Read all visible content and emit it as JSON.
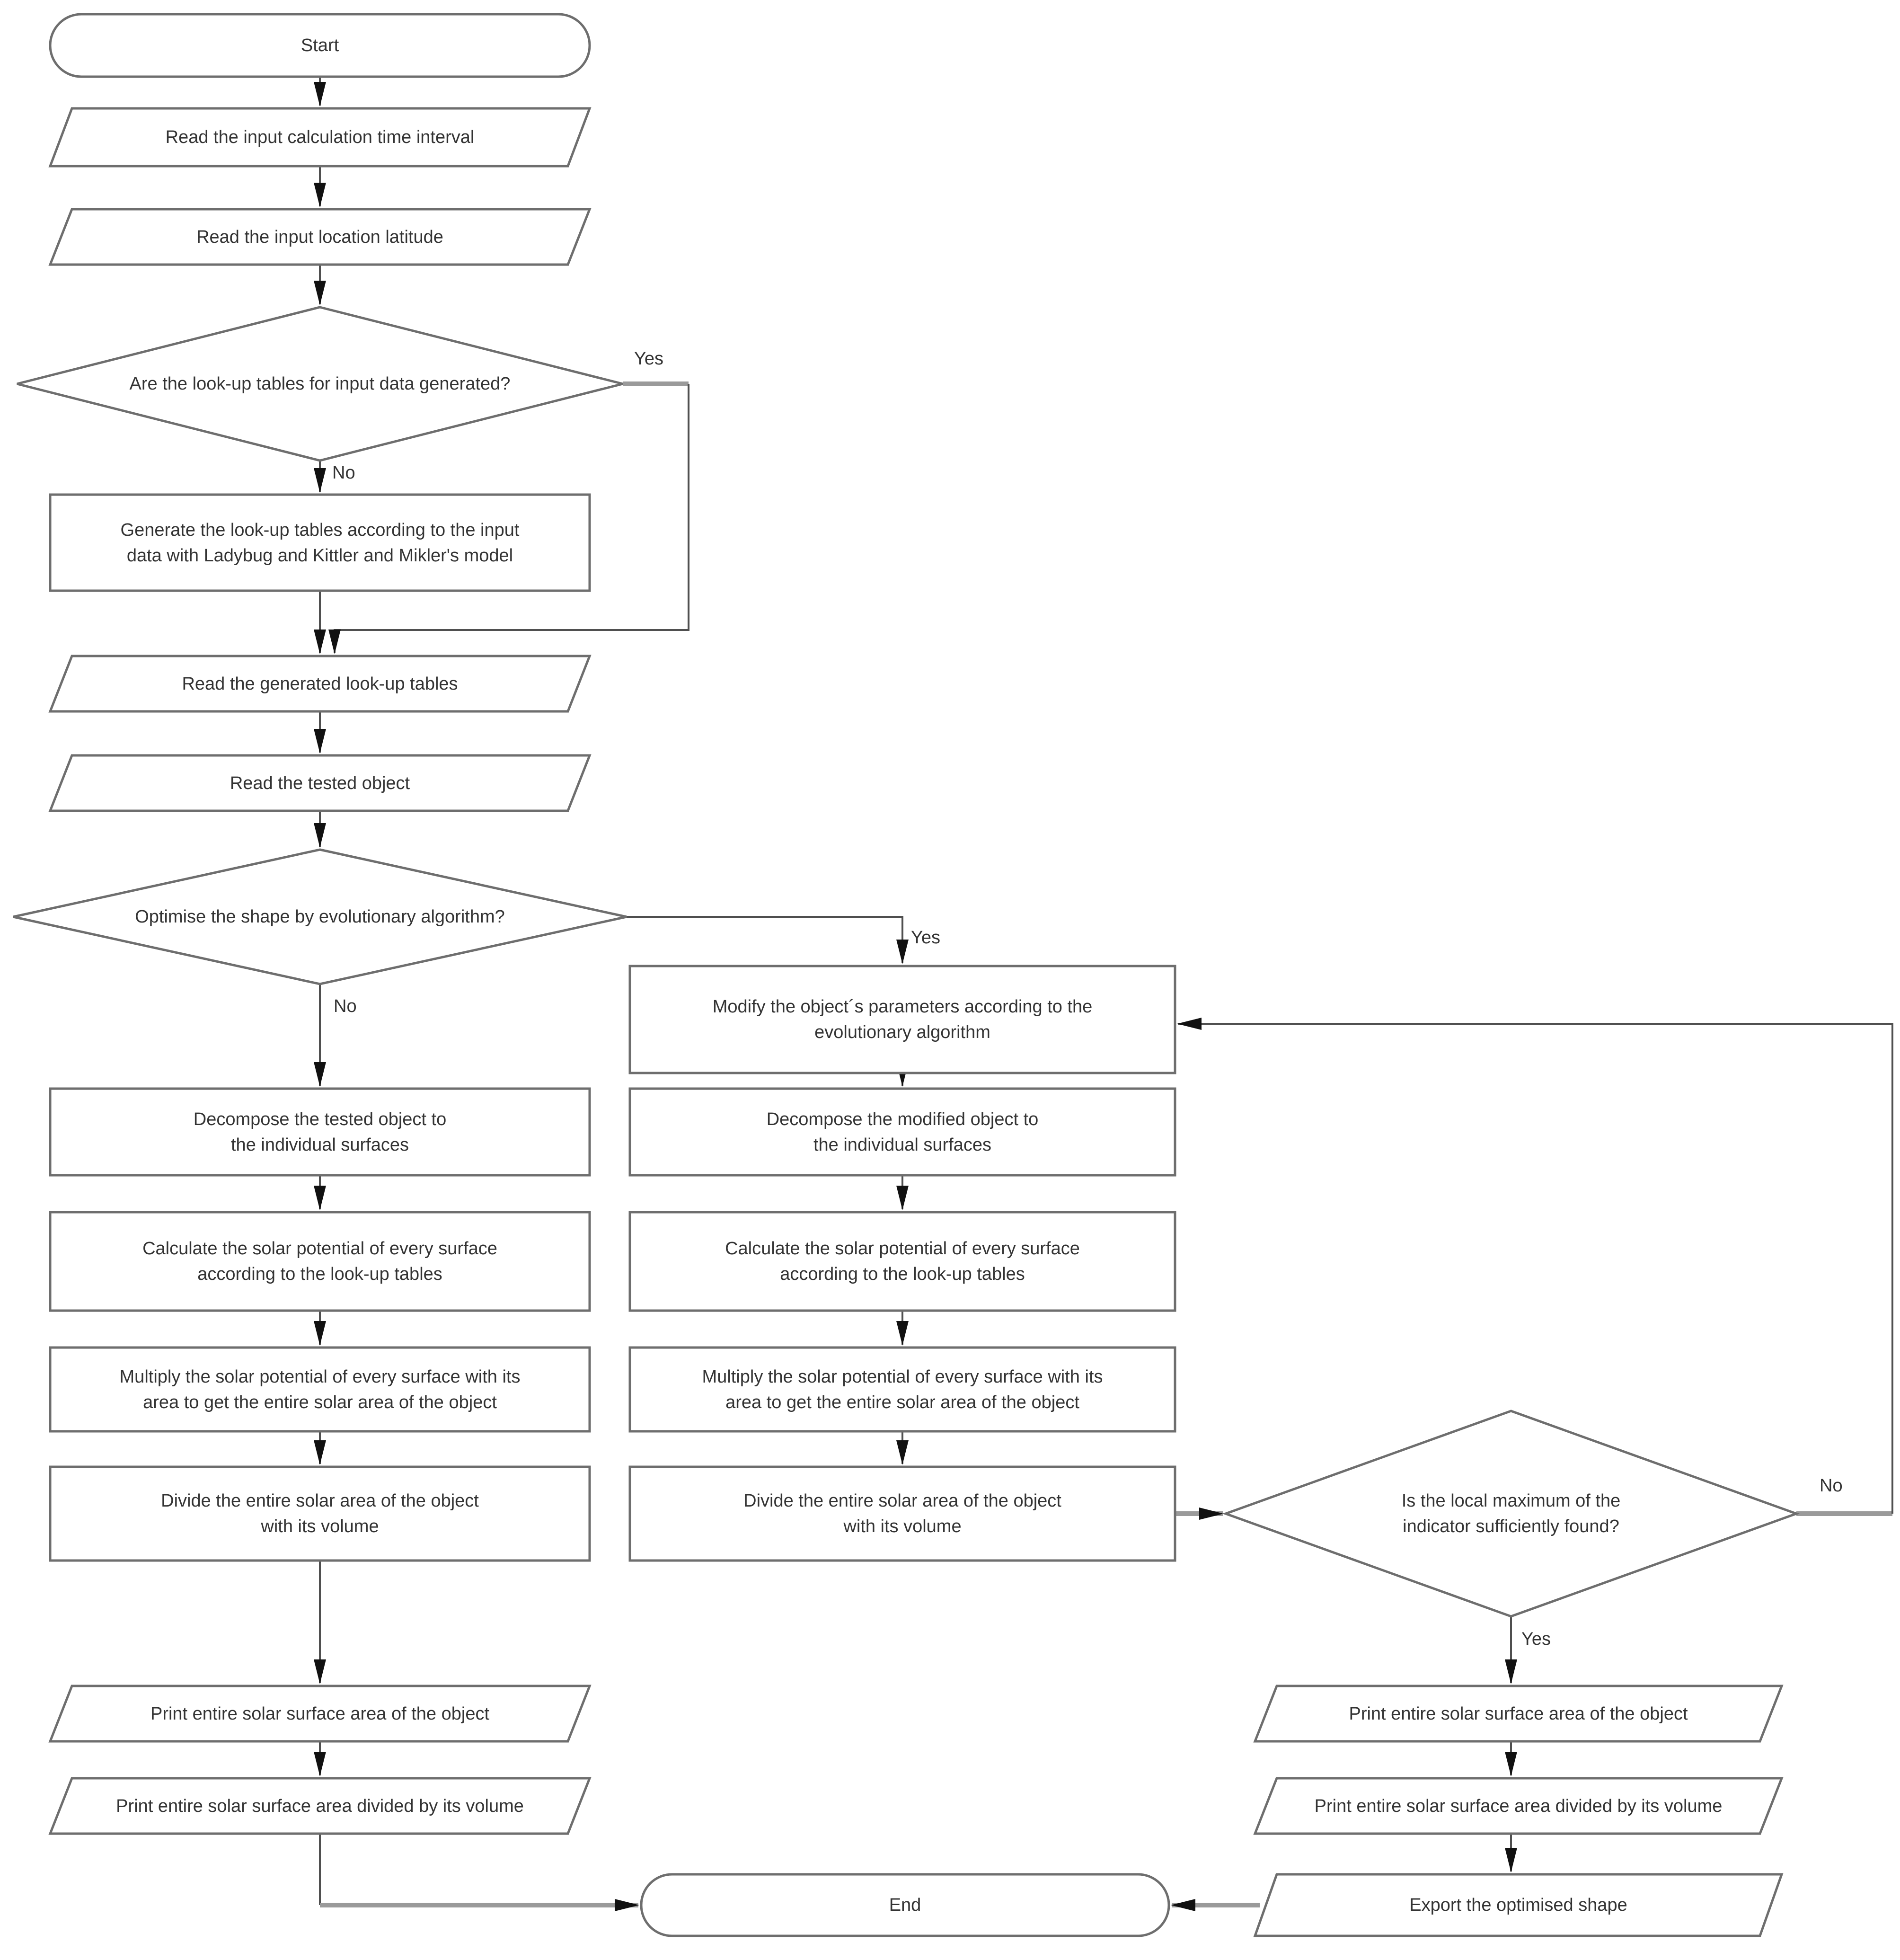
{
  "diagram": {
    "type": "flowchart",
    "colors": {
      "background": "#ffffff",
      "shape_fill": "#ffffff",
      "shape_stroke": "#6e6e6e",
      "connector": "#4f4f4f",
      "connector_thick": "#9a9a9a",
      "arrowhead": "#111111",
      "text": "#333333"
    },
    "nodes": {
      "start": {
        "type": "terminator",
        "text": "Start"
      },
      "p1": {
        "type": "input-output",
        "text": "Read the input calculation time interval"
      },
      "p2": {
        "type": "input-output",
        "text": "Read the input location latitude"
      },
      "d1": {
        "type": "decision",
        "text": "Are the look-up tables for input data generated?"
      },
      "gen": {
        "type": "process",
        "text": "Generate the look-up tables according to the input\ndata with Ladybug and Kittler and Mikler's model"
      },
      "p3": {
        "type": "input-output",
        "text": "Read the generated look-up tables"
      },
      "p4": {
        "type": "input-output",
        "text": "Read the tested object"
      },
      "d2": {
        "type": "decision",
        "text": "Optimise the shape by evolutionary algorithm?"
      },
      "decL": {
        "type": "process",
        "text": "Decompose the tested object to\nthe individual surfaces"
      },
      "calcL": {
        "type": "process",
        "text": "Calculate the solar potential of every surface\naccording to the look-up tables"
      },
      "multL": {
        "type": "process",
        "text": "Multiply the solar potential of every surface with its\narea to get the entire solar area of the object"
      },
      "divL": {
        "type": "process",
        "text": "Divide the entire solar area of the object\nwith its volume"
      },
      "prt1L": {
        "type": "input-output",
        "text": "Print entire solar surface area of the object"
      },
      "prt2L": {
        "type": "input-output",
        "text": "Print entire solar surface area divided by its volume"
      },
      "mod": {
        "type": "process",
        "text": "Modify the object´s parameters according to the\nevolutionary algorithm"
      },
      "decM": {
        "type": "process",
        "text": "Decompose the modified object to\nthe individual surfaces"
      },
      "calcM": {
        "type": "process",
        "text": "Calculate the solar potential of every surface\naccording to the look-up tables"
      },
      "multM": {
        "type": "process",
        "text": "Multiply the solar potential of every surface with its\narea to get the entire solar area of the object"
      },
      "divM": {
        "type": "process",
        "text": "Divide the entire solar area of the object\nwith its volume"
      },
      "d3": {
        "type": "decision",
        "text": "Is the local maximum of the\nindicator sufficiently found?"
      },
      "prt1R": {
        "type": "input-output",
        "text": "Print entire solar surface area of the object"
      },
      "prt2R": {
        "type": "input-output",
        "text": "Print entire solar surface area divided by its volume"
      },
      "exp": {
        "type": "input-output",
        "text": "Export the optimised shape"
      },
      "end": {
        "type": "terminator",
        "text": "End"
      }
    },
    "edge_labels": {
      "d1_yes": "Yes",
      "d1_no": "No",
      "d2_yes": "Yes",
      "d2_no": "No",
      "d3_yes": "Yes",
      "d3_no": "No"
    }
  }
}
